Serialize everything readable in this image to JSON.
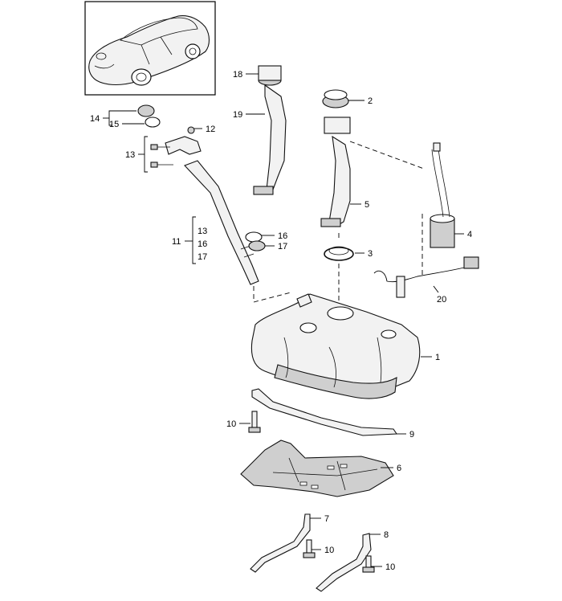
{
  "diagram": {
    "labels": [
      {
        "id": "1",
        "text": "1"
      },
      {
        "id": "2",
        "text": "2"
      },
      {
        "id": "3",
        "text": "3"
      },
      {
        "id": "4",
        "text": "4"
      },
      {
        "id": "5",
        "text": "5"
      },
      {
        "id": "6",
        "text": "6"
      },
      {
        "id": "7",
        "text": "7"
      },
      {
        "id": "8",
        "text": "8"
      },
      {
        "id": "9",
        "text": "9"
      },
      {
        "id": "10a",
        "text": "10"
      },
      {
        "id": "10b",
        "text": "10"
      },
      {
        "id": "10c",
        "text": "10"
      },
      {
        "id": "11",
        "text": "11"
      },
      {
        "id": "11a",
        "text": "13"
      },
      {
        "id": "11b",
        "text": "16"
      },
      {
        "id": "11c",
        "text": "17"
      },
      {
        "id": "12",
        "text": "12"
      },
      {
        "id": "13",
        "text": "13"
      },
      {
        "id": "14",
        "text": "14"
      },
      {
        "id": "15",
        "text": "15"
      },
      {
        "id": "16",
        "text": "16"
      },
      {
        "id": "17",
        "text": "17"
      },
      {
        "id": "18",
        "text": "18"
      },
      {
        "id": "19",
        "text": "19"
      },
      {
        "id": "20",
        "text": "20"
      }
    ]
  }
}
